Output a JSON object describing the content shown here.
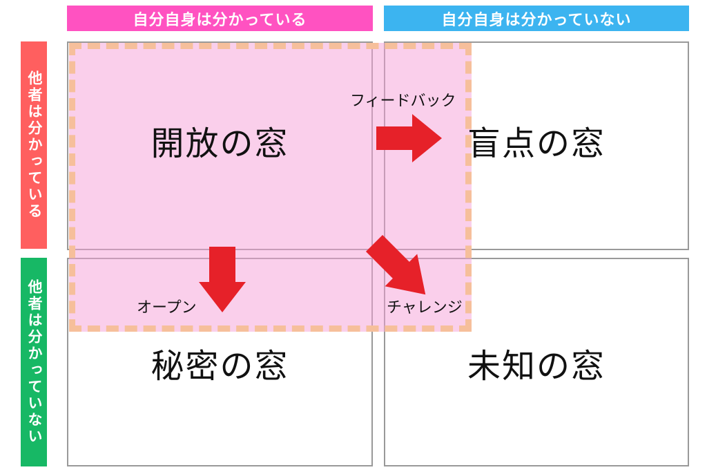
{
  "title": "Johari Window Diagram",
  "headers": {
    "known_to_self": "自分自身は分かっている",
    "unknown_to_self": "自分自身は分かっていない"
  },
  "side_labels": {
    "known_to_others": "他者は分かっている",
    "unknown_to_others": "他者は分かっていない"
  },
  "quadrants": {
    "open": "開放の窓",
    "blind": "盲点の窓",
    "hidden": "秘密の窓",
    "unknown": "未知の窓"
  },
  "arrow_labels": {
    "feedback": "フィードバック",
    "open_action": "オープン",
    "challenge": "チャレンジ"
  },
  "colors": {
    "pink_header": "#ff52c1",
    "blue_header": "#3cb4f0",
    "red_side": "#ff5f5f",
    "green_side": "#17b865",
    "arrow_red": "#e62129",
    "overlay_fill": "rgba(246,160,215,0.5)",
    "overlay_border": "#f6bf9b",
    "quadrant_border": "#999999"
  }
}
